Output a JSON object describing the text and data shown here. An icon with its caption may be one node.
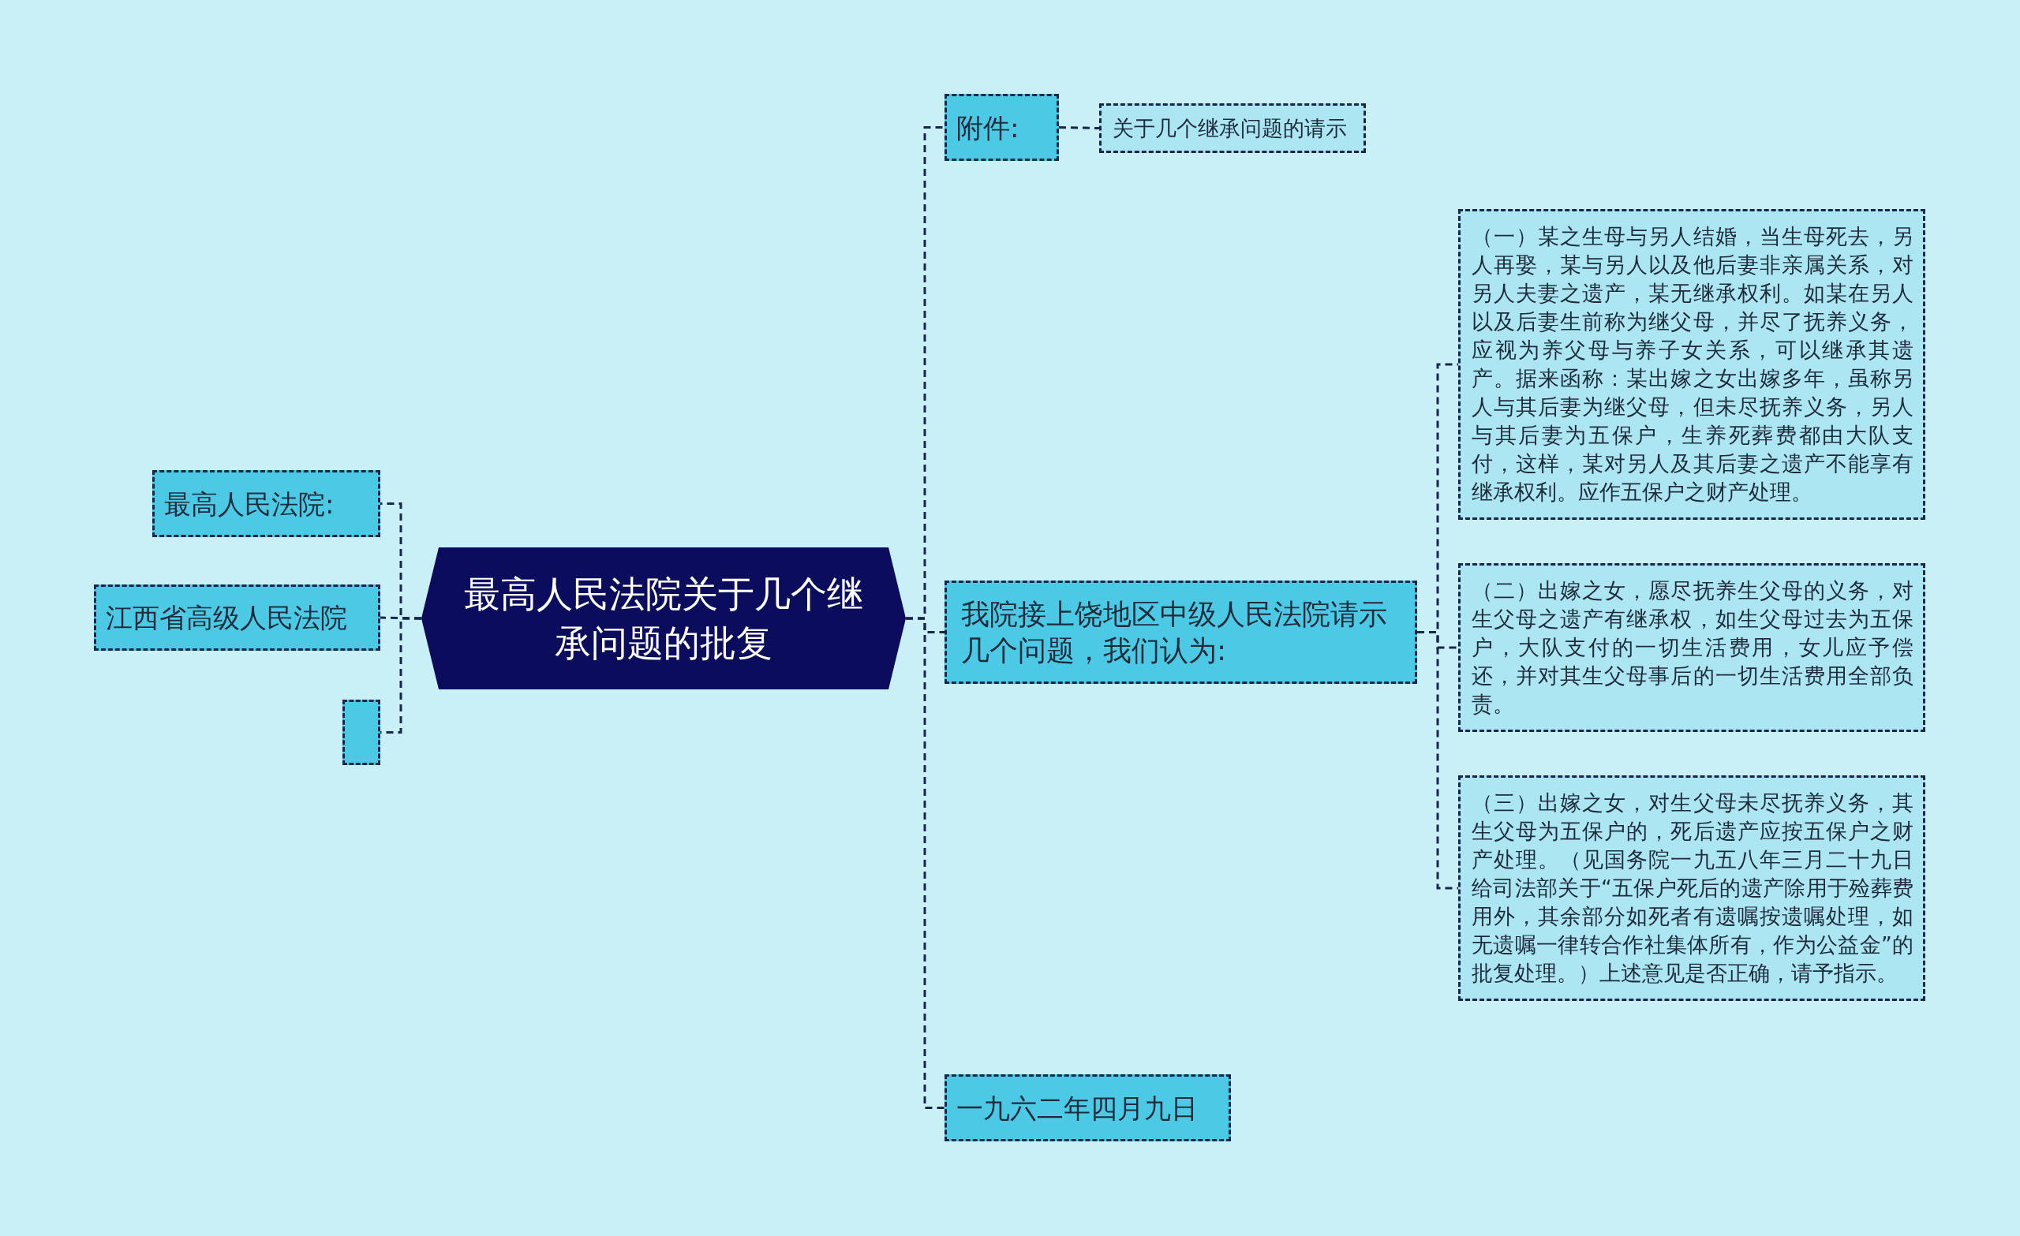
{
  "diagram": {
    "nodes": [
      {
        "text": [
          "最高人民法院关于几个继承问题的批复"
        ]
      },
      {
        "text": [
          "最高人民法院:"
        ]
      },
      {
        "text": [
          "江西省高级人民法院"
        ]
      },
      {
        "text": [],
        "shape": "box"
      },
      {
        "text": [
          "附件:"
        ]
      },
      {
        "text": [
          "关于几个继承问题的请示"
        ]
      },
      {
        "text": [
          "我院接上饶地区中级人民法院请示几个问题，我们认为:"
        ]
      },
      {
        "text": [
          "（一）某之生母与另人结婚，当生母死去，另人再娶，某与另人以及他后妻非亲属关系，对另人夫妻之遗产，某无继承权利。如某在另人以及后妻生前称为继父母，并尽了抚养义务，应视为养父母与养子女关系，可以继承其遗产。据来函称：某出嫁之女出嫁多年，虽称另人与其后妻为继父母，但未尽抚养义务，另人与其后妻为五保户，生养死葬费都由大队支付，这样，某对另人及其后妻之遗产不能享有继承权利。应作五保户之财产处理。"
        ]
      },
      {
        "text": [
          "（二）出嫁之女，愿尽抚养生父母的义务，对生父母之遗产有继承权，如生父母过去为五保户，大队支付的一切生活费用，女儿应予偿还，并对其生父母事后的一切生活费用全部负责。"
        ]
      },
      {
        "text": [
          "（三）出嫁之女，对生父母未尽抚养义务，其生父母为五保户的，死后遗产应按五保户之财产处理。（见国务院一九五八年三月二十九日给司法部关于“五保户死后的遗产除用于殓葬费用外，其余部分如死者有遗嘱按遗嘱处理，如无遗嘱一律转合作社集体所有，作为公益金”的批复处理。）上述意见是否正确，请予指示。"
        ]
      },
      {
        "text": [
          "一九六二年四月九日"
        ]
      }
    ],
    "edges": [
      {
        "from": 0,
        "to": 1,
        "arrow": "none",
        "style": "dashed"
      },
      {
        "from": 0,
        "to": 2,
        "arrow": "none",
        "style": "dashed"
      },
      {
        "from": 0,
        "to": 3,
        "arrow": "none",
        "style": "dashed"
      },
      {
        "from": 0,
        "to": 4,
        "arrow": "none",
        "style": "dashed"
      },
      {
        "from": 0,
        "to": 6,
        "arrow": "none",
        "style": "dashed"
      },
      {
        "from": 0,
        "to": 10,
        "arrow": "none",
        "style": "dashed"
      },
      {
        "from": 4,
        "to": 5,
        "arrow": "none",
        "style": "dashed"
      },
      {
        "from": 6,
        "to": 7,
        "arrow": "none",
        "style": "dashed"
      },
      {
        "from": 6,
        "to": 8,
        "arrow": "none",
        "style": "dashed"
      },
      {
        "from": 6,
        "to": 9,
        "arrow": "none",
        "style": "dashed"
      }
    ]
  }
}
